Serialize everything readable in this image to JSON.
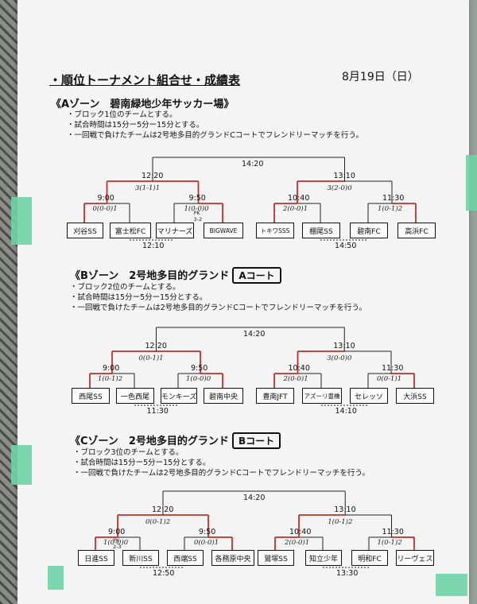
{
  "header": {
    "title": "・順位トーナメント組合せ・成績表",
    "date": "8月19日（日）"
  },
  "zones": [
    {
      "heading": "《Aゾーン　碧南緑地少年サッカー場》",
      "court": "",
      "notes": [
        "・ブロック1位のチームとする。",
        "・試合時間は15分ー5分ー15分とする。",
        "・一回戦で負けたチームは2号地多目的グランドCコートでフレンドリーマッチを行う。"
      ],
      "final_time": "14:20",
      "semi_times": [
        "12:20",
        "13:10"
      ],
      "first_times": [
        "9:00",
        "9:50",
        "10:40",
        "11:30"
      ],
      "consolation_times": [
        "12:10",
        "14:50"
      ],
      "teams": [
        "刈谷SS",
        "富士松FC",
        "マリナーズ",
        "BIGWAVE",
        "トキワSSS",
        "棚尾SS",
        "碧南FC",
        "高浜FC"
      ],
      "scores": [
        "0(0-0)1",
        "1(0-0)0",
        "2(0-0)1",
        "1(0-1)2"
      ],
      "semi_scores": [
        "3(1-1)1",
        "3(2-0)0"
      ],
      "pk": [
        "PK",
        "3-2"
      ]
    },
    {
      "heading": "《Bゾーン　2号地多目的グランド",
      "court": "Aコート",
      "notes": [
        "・ブロック2位のチームとする。",
        "・試合時間は15分ー5分ー15分とする。",
        "・一回戦で負けたチームは2号地多目的グランドCコートでフレンドリーマッチを行う。"
      ],
      "final_time": "14:20",
      "semi_times": [
        "12:20",
        "13:10"
      ],
      "first_times": [
        "9:00",
        "9:50",
        "10:40",
        "11:30"
      ],
      "consolation_times": [
        "11:30",
        "14:10"
      ],
      "teams": [
        "西尾SS",
        "一色西尾",
        "モンキーズ",
        "碧南中央",
        "豊南JFT",
        "アズーリ豊橋",
        "セレッソ",
        "大浜SS"
      ],
      "scores": [
        "1(0-1)2",
        "1(0-0)0",
        "2(0-0)1",
        "0(0-1)1"
      ],
      "semi_scores": [
        "0(0-1)1",
        "3(0-0)0"
      ],
      "pk": []
    },
    {
      "heading": "《Cゾーン　2号地多目的グランド",
      "court": "Bコート",
      "notes": [
        "・ブロック3位のチームとする。",
        "・試合時間は15分ー5分ー15分とする。",
        "・一回戦で負けたチームは2号地多目的グランドCコートでフレンドリーマッチを行う。"
      ],
      "final_time": "14:20",
      "semi_times": [
        "12:20",
        "13:10"
      ],
      "first_times": [
        "9:00",
        "9:50",
        "10:40",
        "11:30"
      ],
      "consolation_times": [
        "12:50",
        "13:30"
      ],
      "teams": [
        "日進SS",
        "新川SS",
        "西端SS",
        "各務原中央",
        "鷲塚SS",
        "知立少年",
        "明和FC",
        "リーヴェス"
      ],
      "scores": [
        "1(0-0)0",
        "0(0-0)1",
        "2(0-0)1",
        "1(0-1)2"
      ],
      "semi_scores": [
        "0(0-1)2",
        "1(0-1)2"
      ],
      "pk": [
        "PK",
        "2-3"
      ]
    }
  ]
}
